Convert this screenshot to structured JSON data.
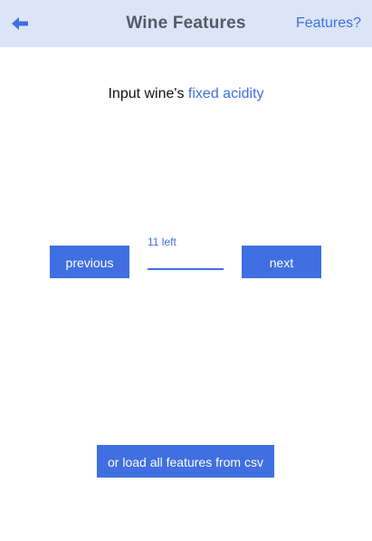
{
  "app_bar": {
    "title": "Wine Features",
    "features_link": "Features?",
    "back_icon": "arrow-left-icon"
  },
  "prompt": {
    "prefix": "Input wine's",
    "feature_name": "fixed acidity"
  },
  "controls": {
    "previous_label": "previous",
    "next_label": "next",
    "remaining_label": "11 left",
    "input_value": ""
  },
  "csv_button_label": "or load all features from csv",
  "colors": {
    "accent": "#3f6fe0",
    "app_bar_bg": "#dce4f7",
    "title_text": "#555b66"
  }
}
